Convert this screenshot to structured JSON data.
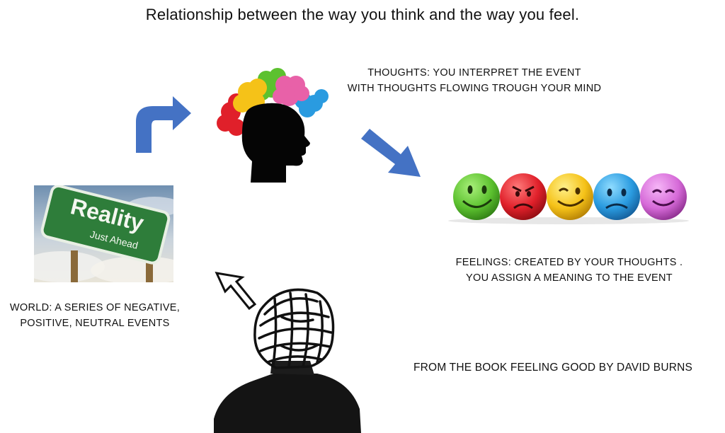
{
  "title": "Relationship between the way you think and the way you feel.",
  "reality_sign": {
    "main": "Reality",
    "sub": "Just Ahead"
  },
  "captions": {
    "world": [
      "WORLD: A SERIES OF NEGATIVE,",
      "POSITIVE, NEUTRAL EVENTS"
    ],
    "thoughts": [
      "THOUGHTS: YOU INTERPRET THE EVENT",
      "WITH THOUGHTS FLOWING TROUGH YOUR MIND"
    ],
    "feelings": [
      "FEELINGS: CREATED BY YOUR THOUGHTS .",
      "YOU ASSIGN A MEANING TO THE EVENT"
    ]
  },
  "source": "FROM THE BOOK FEELING GOOD BY DAVID BURNS",
  "icons": [
    "reality-sign-image",
    "brain-head-icon",
    "emoji-faces-icon",
    "sketch-head-icon",
    "curved-arrow-icon",
    "diagonal-arrow-icon"
  ],
  "colors": {
    "arrow": "#4472c4",
    "sign_green": "#2e7d3a",
    "face_green": "#5cc12f",
    "face_red": "#e0202a",
    "face_yellow": "#f5c218",
    "face_blue": "#2a9be0",
    "face_purple": "#d66ad8"
  }
}
